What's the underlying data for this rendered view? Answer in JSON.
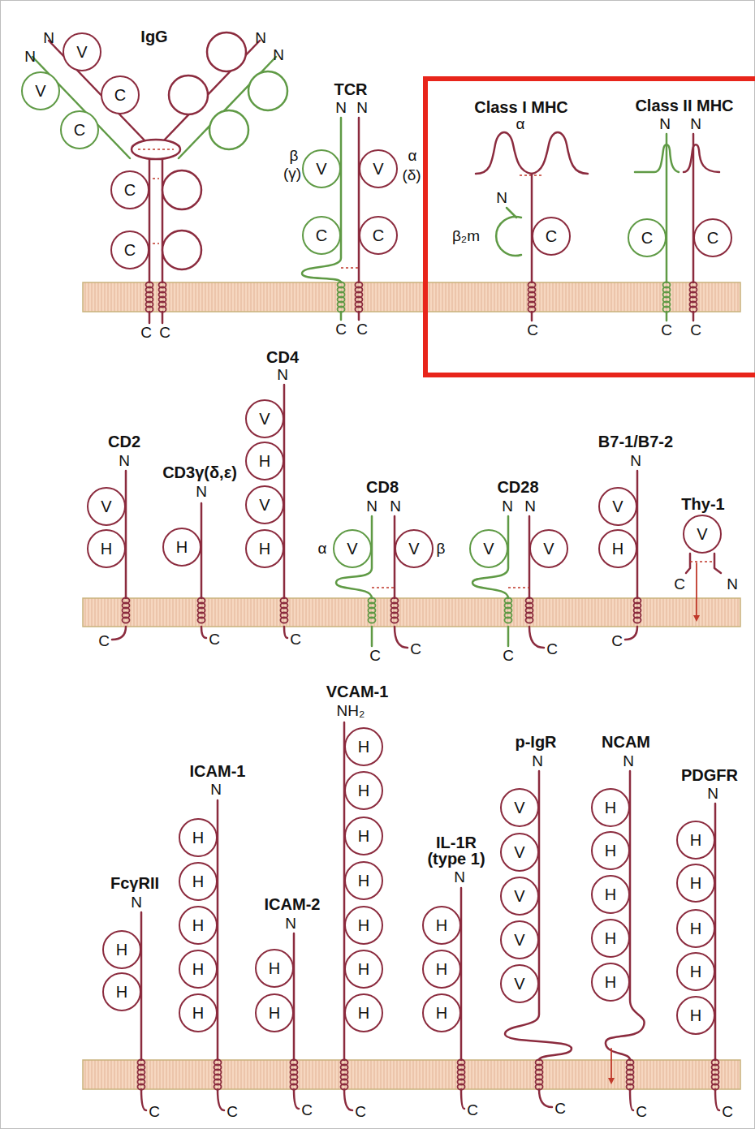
{
  "diagram": {
    "nodes": [
      {
        "text": [
          "V"
        ]
      },
      {
        "text": [
          "V"
        ]
      },
      {
        "text": [
          "C"
        ]
      },
      {
        "text": [
          "C"
        ]
      },
      {
        "text": [
          "C"
        ]
      },
      {
        "text": [
          "C"
        ]
      },
      {
        "text": [
          "V"
        ]
      },
      {
        "text": [
          "V"
        ]
      },
      {
        "text": [
          "C"
        ]
      },
      {
        "text": [
          "C"
        ]
      },
      {
        "text": [
          "C"
        ]
      },
      {
        "text": [
          "C"
        ]
      },
      {
        "text": [
          "C"
        ]
      },
      {
        "text": [
          "V"
        ]
      },
      {
        "text": [
          "H"
        ]
      },
      {
        "text": [
          "H"
        ]
      },
      {
        "text": [
          "V"
        ]
      },
      {
        "text": [
          "H"
        ]
      },
      {
        "text": [
          "V"
        ]
      },
      {
        "text": [
          "H"
        ]
      },
      {
        "text": [
          "V"
        ]
      },
      {
        "text": [
          "V"
        ]
      },
      {
        "text": [
          "V"
        ]
      },
      {
        "text": [
          "V"
        ]
      },
      {
        "text": [
          "V"
        ]
      },
      {
        "text": [
          "H"
        ]
      },
      {
        "text": [
          "V"
        ]
      },
      {
        "text": [
          "H"
        ]
      },
      {
        "text": [
          "H"
        ]
      },
      {
        "text": [
          "H"
        ]
      },
      {
        "text": [
          "H"
        ]
      },
      {
        "text": [
          "H"
        ]
      },
      {
        "text": [
          "H"
        ]
      },
      {
        "text": [
          "H"
        ]
      },
      {
        "text": [
          "H"
        ]
      },
      {
        "text": [
          "H"
        ]
      },
      {
        "text": [
          "H"
        ]
      },
      {
        "text": [
          "H"
        ]
      },
      {
        "text": [
          "H"
        ]
      },
      {
        "text": [
          "H"
        ]
      },
      {
        "text": [
          "H"
        ]
      },
      {
        "text": [
          "H"
        ]
      },
      {
        "text": [
          "H"
        ]
      },
      {
        "text": [
          "H"
        ]
      },
      {
        "text": [
          "H"
        ]
      },
      {
        "text": [
          "H"
        ]
      },
      {
        "text": [
          "V"
        ]
      },
      {
        "text": [
          "V"
        ]
      },
      {
        "text": [
          "V"
        ]
      },
      {
        "text": [
          "V"
        ]
      },
      {
        "text": [
          "V"
        ]
      },
      {
        "text": [
          "H"
        ]
      },
      {
        "text": [
          "H"
        ]
      },
      {
        "text": [
          "H"
        ]
      },
      {
        "text": [
          "H"
        ]
      },
      {
        "text": [
          "H"
        ]
      },
      {
        "text": [
          "H"
        ]
      },
      {
        "text": [
          "H"
        ]
      },
      {
        "text": [
          "H"
        ]
      },
      {
        "text": [
          "H"
        ]
      },
      {
        "text": [
          "H"
        ]
      }
    ],
    "labels": [
      "IgG",
      "N",
      "N",
      "N",
      "N",
      "C",
      "C",
      "TCR",
      "N",
      "N",
      "β",
      "(γ)",
      "α",
      "(δ)",
      "C",
      "C",
      "Class I MHC",
      "α",
      "N",
      "β₂m",
      "C",
      "Class II MHC",
      "N",
      "N",
      "C",
      "C",
      "CD2",
      "N",
      "C",
      "CD3γ(δ,ε)",
      "N",
      "C",
      "CD4",
      "N",
      "C",
      "CD8",
      "N",
      "N",
      "α",
      "β",
      "C",
      "C",
      "CD28",
      "N",
      "N",
      "C",
      "C",
      "B7-1/B7-2",
      "N",
      "C",
      "Thy-1",
      "C",
      "N",
      "FcγRII",
      "N",
      "C",
      "ICAM-1",
      "N",
      "C",
      "ICAM-2",
      "N",
      "C",
      "VCAM-1",
      "NH₂",
      "C",
      "IL-1R (type 1)",
      "N",
      "C",
      "p-IgR",
      "N",
      "C",
      "NCAM",
      "N",
      "C",
      "PDGFR",
      "N",
      "C"
    ]
  }
}
